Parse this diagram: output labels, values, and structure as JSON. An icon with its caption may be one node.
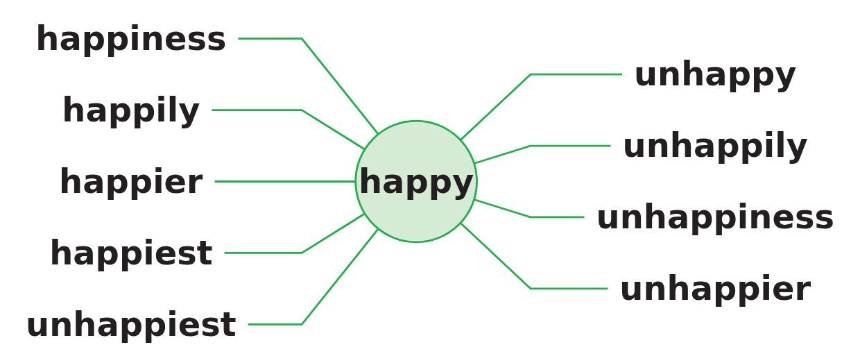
{
  "diagram": {
    "nodes": [
      {
        "text": [
          "happiness"
        ]
      },
      {
        "text": [
          "unhappy"
        ]
      },
      {
        "text": [
          "happily"
        ]
      },
      {
        "text": [
          "unhappily"
        ]
      },
      {
        "text": [
          "happier"
        ]
      },
      {
        "text": [
          "happy"
        ]
      },
      {
        "text": [
          "unhappiness"
        ]
      },
      {
        "text": [
          "happiest"
        ]
      },
      {
        "text": [
          "unhappier"
        ]
      },
      {
        "text": [
          "unhappiest"
        ]
      }
    ],
    "edges": [
      {
        "from": 0,
        "to": 5,
        "arrow": "none"
      },
      {
        "from": 5,
        "to": 1,
        "arrow": "none"
      },
      {
        "from": 2,
        "to": 5,
        "arrow": "none"
      },
      {
        "from": 5,
        "to": 3,
        "arrow": "none"
      },
      {
        "from": 4,
        "to": 5,
        "arrow": "none"
      },
      {
        "from": 5,
        "to": 6,
        "arrow": "none"
      },
      {
        "from": 7,
        "to": 5,
        "arrow": "none"
      },
      {
        "from": 5,
        "to": 8,
        "arrow": "none"
      },
      {
        "from": 9,
        "to": 5,
        "arrow": "none"
      }
    ]
  }
}
